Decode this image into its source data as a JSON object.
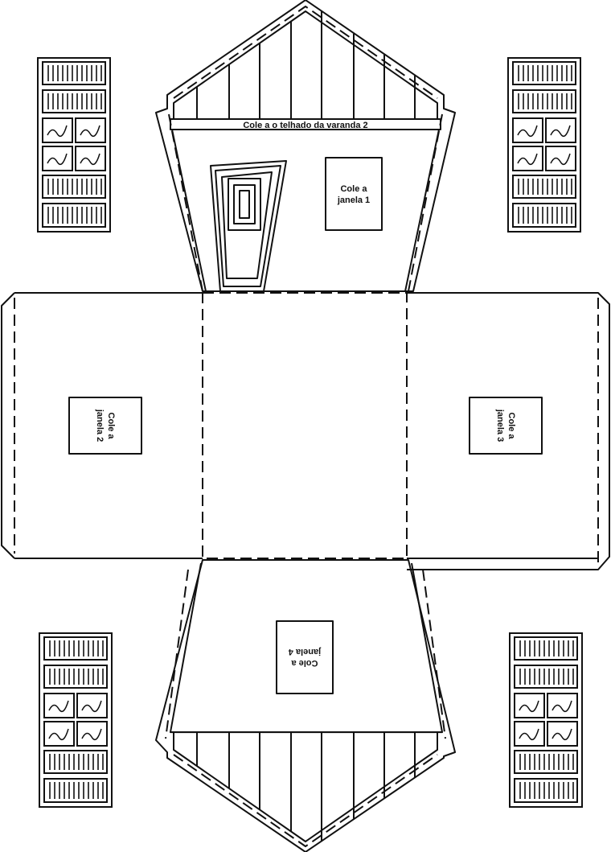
{
  "labels": {
    "porch_roof": "Cole a o telhado da varanda 2",
    "window_1": [
      "Cole a",
      "janela 1"
    ],
    "window_2": [
      "Cole a",
      "janela 2"
    ],
    "window_3": [
      "Cole a",
      "janela 3"
    ],
    "window_4": [
      "Cole a",
      "janela 4"
    ]
  },
  "colors": {
    "line": "#111111",
    "paper": "#ffffff"
  }
}
